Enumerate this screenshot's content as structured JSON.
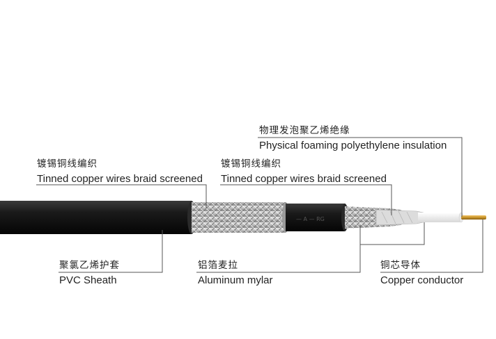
{
  "labels": {
    "insulation": {
      "cn": "物理发泡聚乙烯绝缘",
      "en": "Physical foaming polyethylene insulation"
    },
    "braid_outer": {
      "cn": "镀锡铜线编织",
      "en": "Tinned copper wires braid screened"
    },
    "braid_inner": {
      "cn": "镀锡铜线编织",
      "en": "Tinned copper wires braid screened"
    },
    "sheath": {
      "cn": "聚氯乙烯护套",
      "en": "PVC Sheath"
    },
    "mylar": {
      "cn": "铝箔麦拉",
      "en": "Aluminum mylar"
    },
    "conductor": {
      "cn": "铜芯导体",
      "en": "Copper conductor"
    }
  },
  "colors": {
    "sheath": "#1a1a1a",
    "braid": "#c8c8c8",
    "foil": "#d9d9d9",
    "insulation": "#f5f5f5",
    "conductor": "#c9962e",
    "leader": "#555555"
  }
}
